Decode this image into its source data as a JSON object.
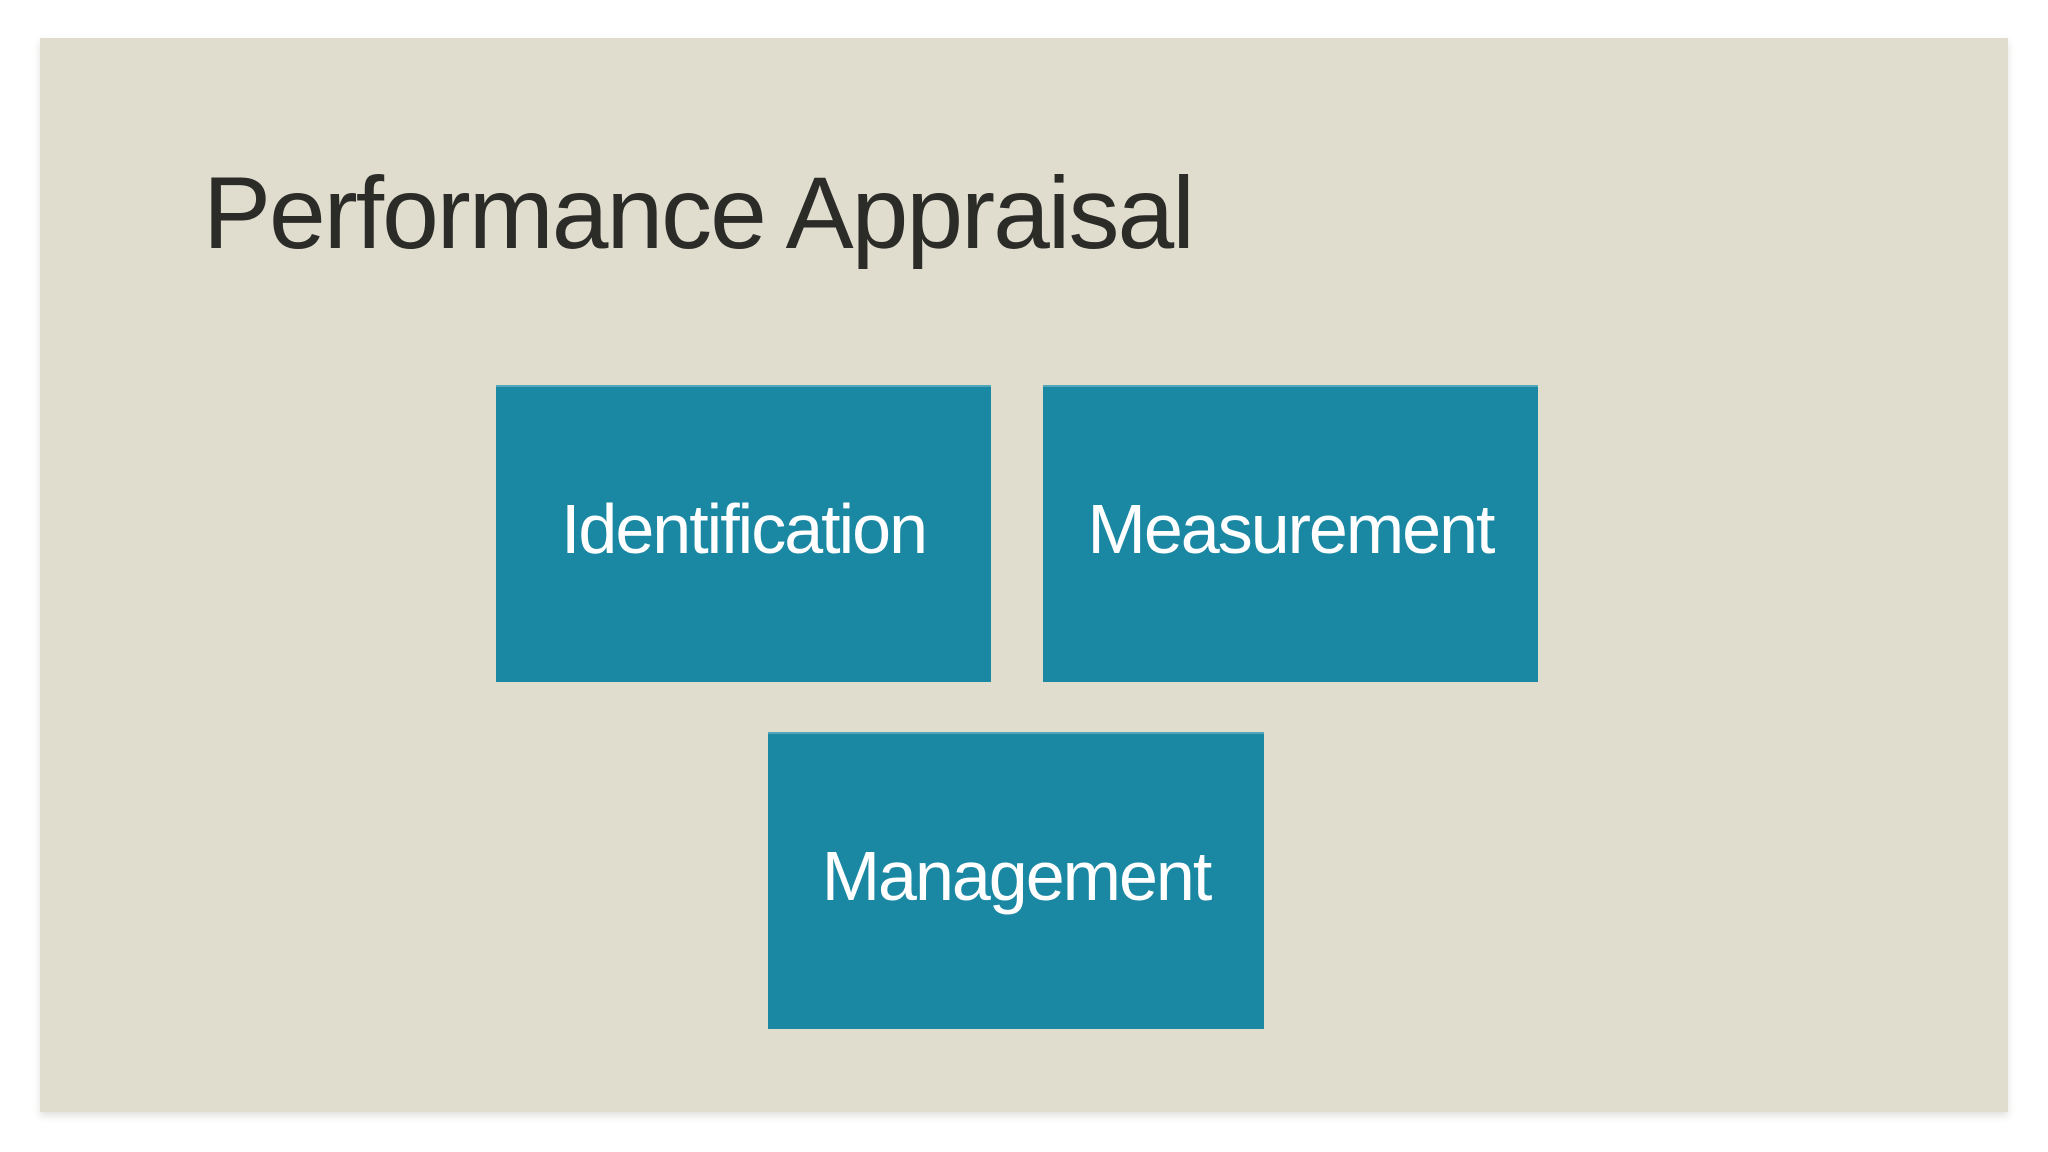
{
  "slide": {
    "title": "Performance Appraisal",
    "boxes": [
      {
        "id": "identification",
        "label": "Identification"
      },
      {
        "id": "measurement",
        "label": "Measurement"
      },
      {
        "id": "management",
        "label": "Management"
      }
    ],
    "colors": {
      "canvas": "#ffffff",
      "background": "#e0ddcf",
      "box_fill": "#1a87a3",
      "box_text": "#ffffff",
      "title_text": "#2b2b28"
    }
  }
}
